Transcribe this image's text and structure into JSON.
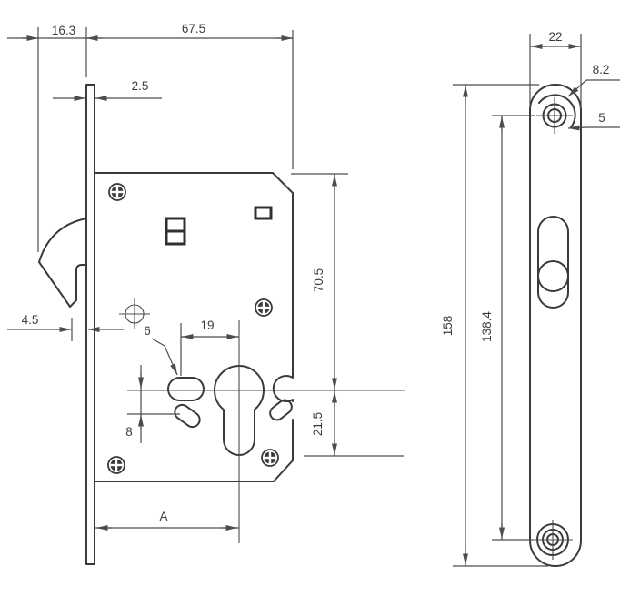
{
  "drawing": {
    "type": "technical-drawing",
    "subject": "hook bolt mortise lock with faceplate",
    "line_color": "#3a3a3a",
    "background": "#ffffff",
    "lock_body_view": {
      "dims": {
        "hook_protrusion": "16.3",
        "case_depth": "67.5",
        "faceplate_thickness": "2.5",
        "hook_edge_offset": "4.5",
        "slot_diameter": "6",
        "slot_to_cylinder": "19",
        "slot_vertical_spacing": "8",
        "top_to_cylinder_center": "70.5",
        "cylinder_center_to_bottom": "21.5",
        "backset": "A"
      }
    },
    "faceplate_view": {
      "dims": {
        "plate_width": "22",
        "countersink_diameter": "8.2",
        "screw_hole_diameter": "5",
        "plate_length": "158",
        "screw_hole_spacing": "138.4"
      }
    }
  }
}
